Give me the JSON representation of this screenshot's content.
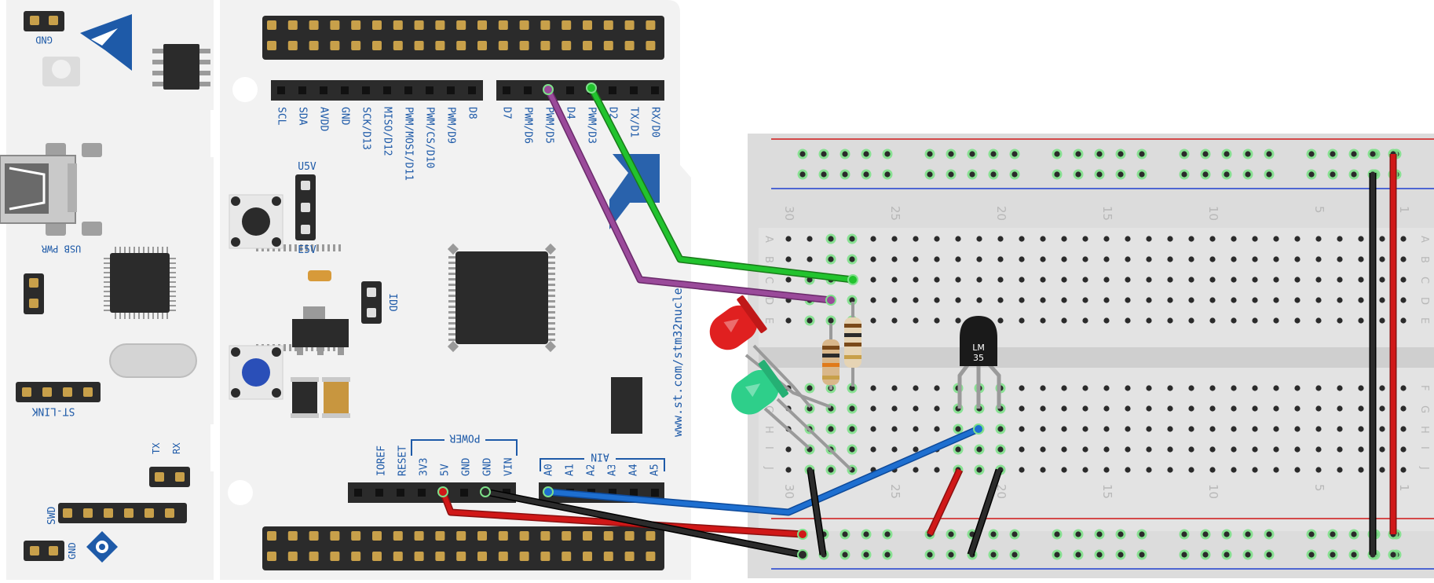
{
  "board": {
    "gnd_top": "GND",
    "usb_pwr": "USB PWR",
    "u5v": "U5V",
    "e5v": "E5V",
    "idd": "IDD",
    "st_link": "ST-LINK",
    "tx": "TX",
    "rx": "RX",
    "swd": "SWD",
    "gnd_bottom": "GND",
    "url": "www.st.com/stm32nucleo",
    "header_labels_left": [
      "SCL",
      "SDA",
      "AVDD",
      "GND",
      "SCK/D13",
      "MISO/D12",
      "PWM/MOSI/D11",
      "PWM/CS/D10",
      "PWM/D9",
      "D8"
    ],
    "header_labels_right": [
      "D7",
      "PWM/D6",
      "PWM/D5",
      "D4",
      "PWM/D3",
      "D2",
      "TX/D1",
      "RX/D0"
    ],
    "power_title": "POWER",
    "power_labels": [
      "IOREF",
      "RESET",
      "3V3",
      "5V",
      "GND",
      "GND",
      "VIN"
    ],
    "ain_title": "AIN",
    "ain_labels": [
      "A0",
      "A1",
      "A2",
      "A3",
      "A4",
      "A5"
    ]
  },
  "breadboard": {
    "column_numbers": [
      "30",
      "25",
      "20",
      "15",
      "10",
      "5",
      "1"
    ],
    "row_letters_top": [
      "A",
      "B",
      "C",
      "D",
      "E"
    ],
    "row_letters_bottom": [
      "F",
      "G",
      "H",
      "I",
      "J"
    ]
  },
  "components": {
    "sensor_label_line1": "LM",
    "sensor_label_line2": "35"
  },
  "colors": {
    "board": "#f2f2f2",
    "header_pin": "#2b2b2b",
    "label_blue": "#1e5aa8",
    "wire_green": "#22c32e",
    "wire_purple": "#9a4a9a",
    "wire_blue": "#1e6fd0",
    "wire_red": "#d01818",
    "wire_black": "#222222",
    "led_red": "#e02020",
    "led_green": "#2ecf8a",
    "rail_red_line": "#d01818",
    "rail_blue_line": "#1e3fcf"
  }
}
